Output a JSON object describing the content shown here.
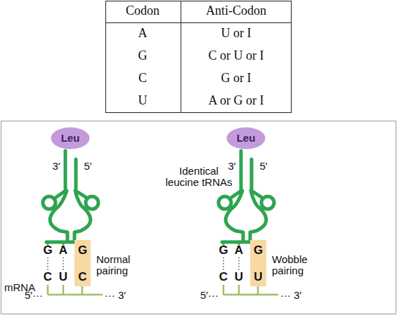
{
  "diagram": {
    "nodes": [
      {
        "text": [
          "Leu"
        ]
      },
      {
        "text": [
          "G",
          "C"
        ]
      },
      {
        "text": [
          "Leu"
        ]
      },
      {
        "text": [
          "G",
          "U"
        ]
      }
    ],
    "labels": [
      "Codon",
      "Anti-Codon",
      "A",
      "U or I",
      "G",
      "C or U or I",
      "C",
      "G or I",
      "U",
      "A or G or I",
      "3′",
      "5′",
      "Identical leucine tRNAs",
      "G",
      "A",
      "Normal pairing",
      "C",
      "U",
      "mRNA",
      "5′···",
      "··· 3′",
      "3′",
      "5′",
      "G",
      "A",
      "Wobble pairing",
      "C",
      "U",
      "5′···",
      "··· 3′"
    ]
  }
}
